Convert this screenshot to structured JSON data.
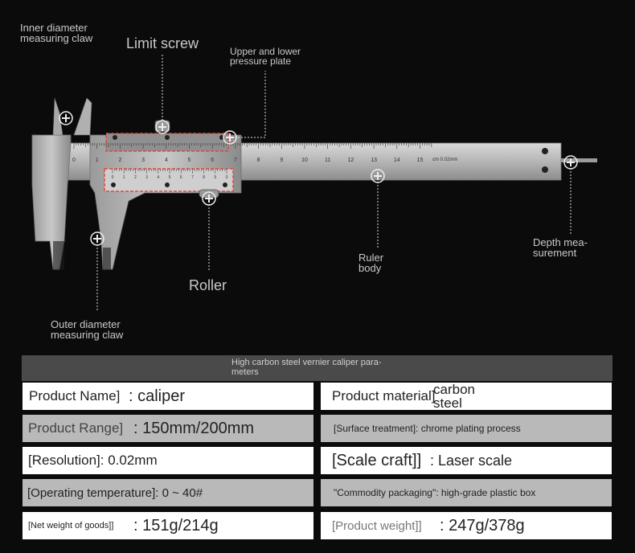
{
  "callouts": {
    "inner_claw_line1": "Inner diameter",
    "inner_claw_line2": "measuring claw",
    "limit_screw": "Limit screw",
    "pressure_plate_line1": "Upper and lower",
    "pressure_plate_line2": "pressure plate",
    "roller": "Roller",
    "ruler_body_line1": "Ruler",
    "ruler_body_line2": "body",
    "depth_line1": "Depth mea-",
    "depth_line2": "surement",
    "outer_claw_line1": "Outer diameter",
    "outer_claw_line2": "measuring claw"
  },
  "ruler": {
    "main_scale": [
      "0",
      "1",
      "2",
      "3",
      "4",
      "5",
      "6",
      "7",
      "8",
      "9",
      "10",
      "11",
      "12",
      "13",
      "14",
      "15"
    ],
    "unit": "cm",
    "precision": "0.02mm",
    "vernier_scale": [
      "0",
      "1",
      "2",
      "3",
      "4",
      "5",
      "6",
      "7",
      "8",
      "9",
      "0"
    ]
  },
  "colors": {
    "background": "#0b0b0b",
    "steel": "#b8b8b8",
    "highlight": "#e0473f",
    "header": "#4a4a4a",
    "row_white": "#ffffff",
    "row_grey": "#b9b9b9"
  },
  "table": {
    "header_line1": "High carbon steel vernier caliper para-",
    "header_line2": "meters",
    "r1_left_key": "Product Name]",
    "r1_left_val": ": caliper",
    "r1_right_key": "Product material]",
    "r1_right_val1": "carbon",
    "r1_right_val2": "steel",
    "r2_left_key": "Product Range]",
    "r2_left_val": ": 150mm/200mm",
    "r2_right_text": "[Surface treatment]: chrome plating process",
    "r3_left_text": "[Resolution]: 0.02mm",
    "r3_right_key": "[Scale craft]]",
    "r3_right_val": ": Laser scale",
    "r4_left_text": "[Operating temperature]: 0 ~ 40#",
    "r4_right_text": "\"Commodity packaging\": high-grade plastic box",
    "r5_left_key": "[Net weight of goods]]",
    "r5_left_val": ": 151g/214g",
    "r5_right_key": "[Product weight]]",
    "r5_right_val": ": 247g/378g"
  }
}
